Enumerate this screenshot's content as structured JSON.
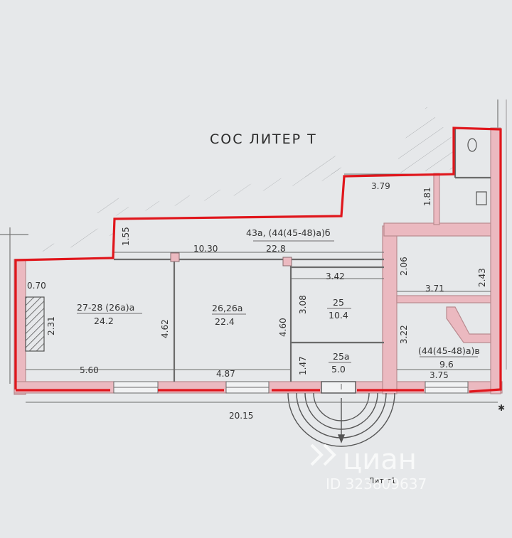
{
  "title": "СОС ЛИТЕР Т",
  "footer_label": "Лит т1",
  "watermark": {
    "brand": "циан",
    "id": "ID 323809637"
  },
  "colors": {
    "outline": "#e0161c",
    "wall": "#ebb9c0",
    "wall_edge": "#b98a8f",
    "background": "#e6e8ea"
  },
  "rooms": [
    {
      "id": "27-28",
      "name": "27-28 (26а)а",
      "area": "24.2"
    },
    {
      "id": "26",
      "name": "26,26а",
      "area": "22.4"
    },
    {
      "id": "25",
      "name": "25",
      "area": "10.4"
    },
    {
      "id": "25a",
      "name": "25а",
      "area": "5.0"
    },
    {
      "id": "43a",
      "name": "43а, (44(45-48)а)б",
      "area": "22.8"
    },
    {
      "id": "44v",
      "name": "(44(45-48)а)в",
      "area": "9.6"
    }
  ],
  "dimensions": {
    "d_379": "3.79",
    "d_181": "1.81",
    "d_155": "1.55",
    "d_1030": "10.30",
    "d_070": "0.70",
    "d_231": "2.31",
    "d_462": "4.62",
    "d_460": "4.60",
    "d_308": "3.08",
    "d_342": "3.42",
    "d_206": "2.06",
    "d_243": "2.43",
    "d_371": "3.71",
    "d_322": "3.22",
    "d_147": "1.47",
    "d_560": "5.60",
    "d_487": "4.87",
    "d_375": "3.75",
    "d_2015": "20.15"
  }
}
